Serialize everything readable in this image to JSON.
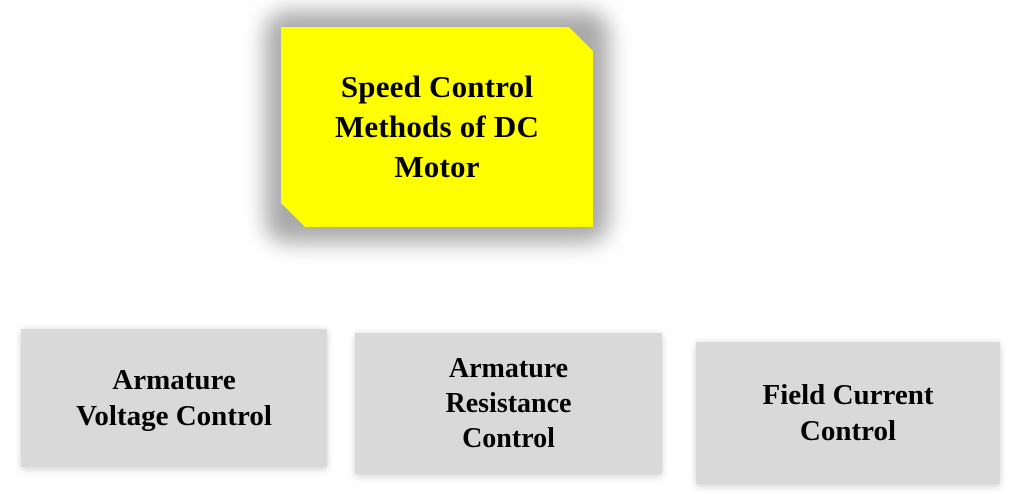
{
  "diagram": {
    "type": "hierarchy-tree",
    "background_color": "#FFFFFF",
    "root": {
      "label": "Speed Control\nMethods of DC\nMotor",
      "fill_color": "#FFFF00",
      "text_color": "#000000",
      "shape": "beveled-rectangle",
      "shadow_color": "#9A9A9A"
    },
    "leaves": [
      {
        "label": "Armature\nVoltage Control",
        "fill_color": "#D9D9D9",
        "text_color": "#000000",
        "shape": "rectangle"
      },
      {
        "label": "Armature\nResistance\nControl",
        "fill_color": "#D9D9D9",
        "text_color": "#000000",
        "shape": "rectangle"
      },
      {
        "label": "Field Current\nControl",
        "fill_color": "#D9D9D9",
        "text_color": "#000000",
        "shape": "rectangle"
      }
    ]
  }
}
